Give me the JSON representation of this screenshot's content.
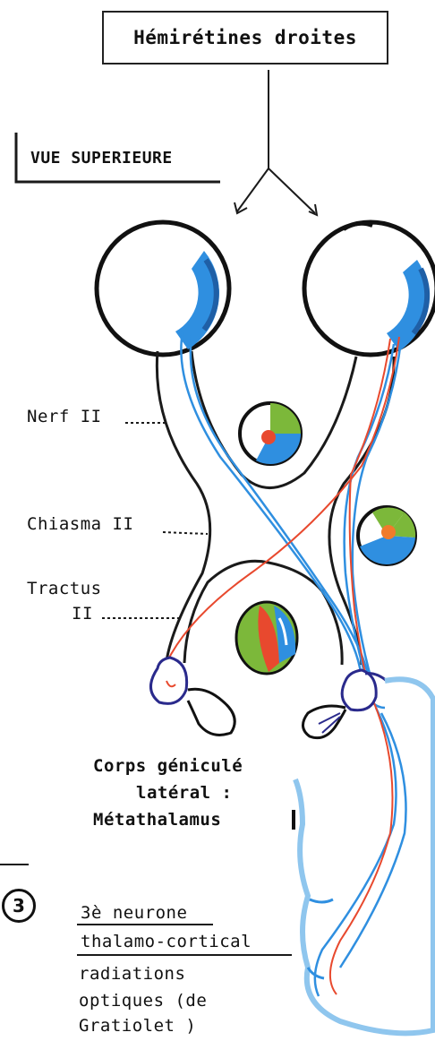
{
  "title": "Hémirétines droites",
  "view_label": "VUE SUPERIEURE",
  "labels": {
    "nerf": "Nerf II",
    "chiasma": "Chiasma II",
    "tractus_1": "Tractus",
    "tractus_2": "II",
    "corps_1": "Corps géniculé",
    "corps_2": "latéral :",
    "corps_3": "Métathalamus",
    "neurone_number": "3",
    "neurone_1": "3è neurone",
    "neurone_2": "thalamo-cortical",
    "rad_1": "radiations",
    "rad_2": "optiques (de",
    "rad_3": "Gratiolet )"
  },
  "colors": {
    "blue": "#2f8fe0",
    "dark_blue": "#1f5fa6",
    "red": "#e8492e",
    "orange": "#f07b2b",
    "green": "#7cb83a",
    "navy": "#2a2a8c",
    "ink": "#1a1a1a",
    "light_blue": "#8fc6ee"
  }
}
